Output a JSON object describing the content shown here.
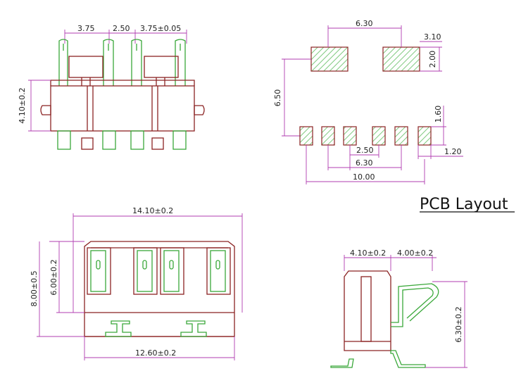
{
  "colors": {
    "outline": "#8b2323",
    "contacts": "#3aa83a",
    "dimension_lines": "#b03cb0",
    "pad_hatch": "#7fc97f",
    "text": "#222222"
  },
  "title": "PCB Layout",
  "top_view": {
    "dim_pitch_left": "3.75",
    "dim_pitch_center": "2.50",
    "dim_pitch_right": "3.75±0.05",
    "dim_height": "4.10±0.2"
  },
  "pcb_layout": {
    "dim_span_large": "6.30",
    "dim_pad_width": "3.10",
    "dim_pad_height": "2.00",
    "dim_row_gap": "6.50",
    "dim_small_pad_height": "1.60",
    "dim_small_pad_width": "1.20",
    "dim_small_pitch": "2.50",
    "dim_small_span": "6.30",
    "dim_total_span": "10.00"
  },
  "front_view": {
    "dim_overall_width": "14.10±0.2",
    "dim_body_height": "6.00±0.2",
    "dim_overall_height": "8.00±0.5",
    "dim_base_width": "12.60±0.2"
  },
  "side_view": {
    "dim_body_depth": "4.10±0.2",
    "dim_contact_reach": "4.00±0.2",
    "dim_side_height": "6.30±0.2"
  }
}
